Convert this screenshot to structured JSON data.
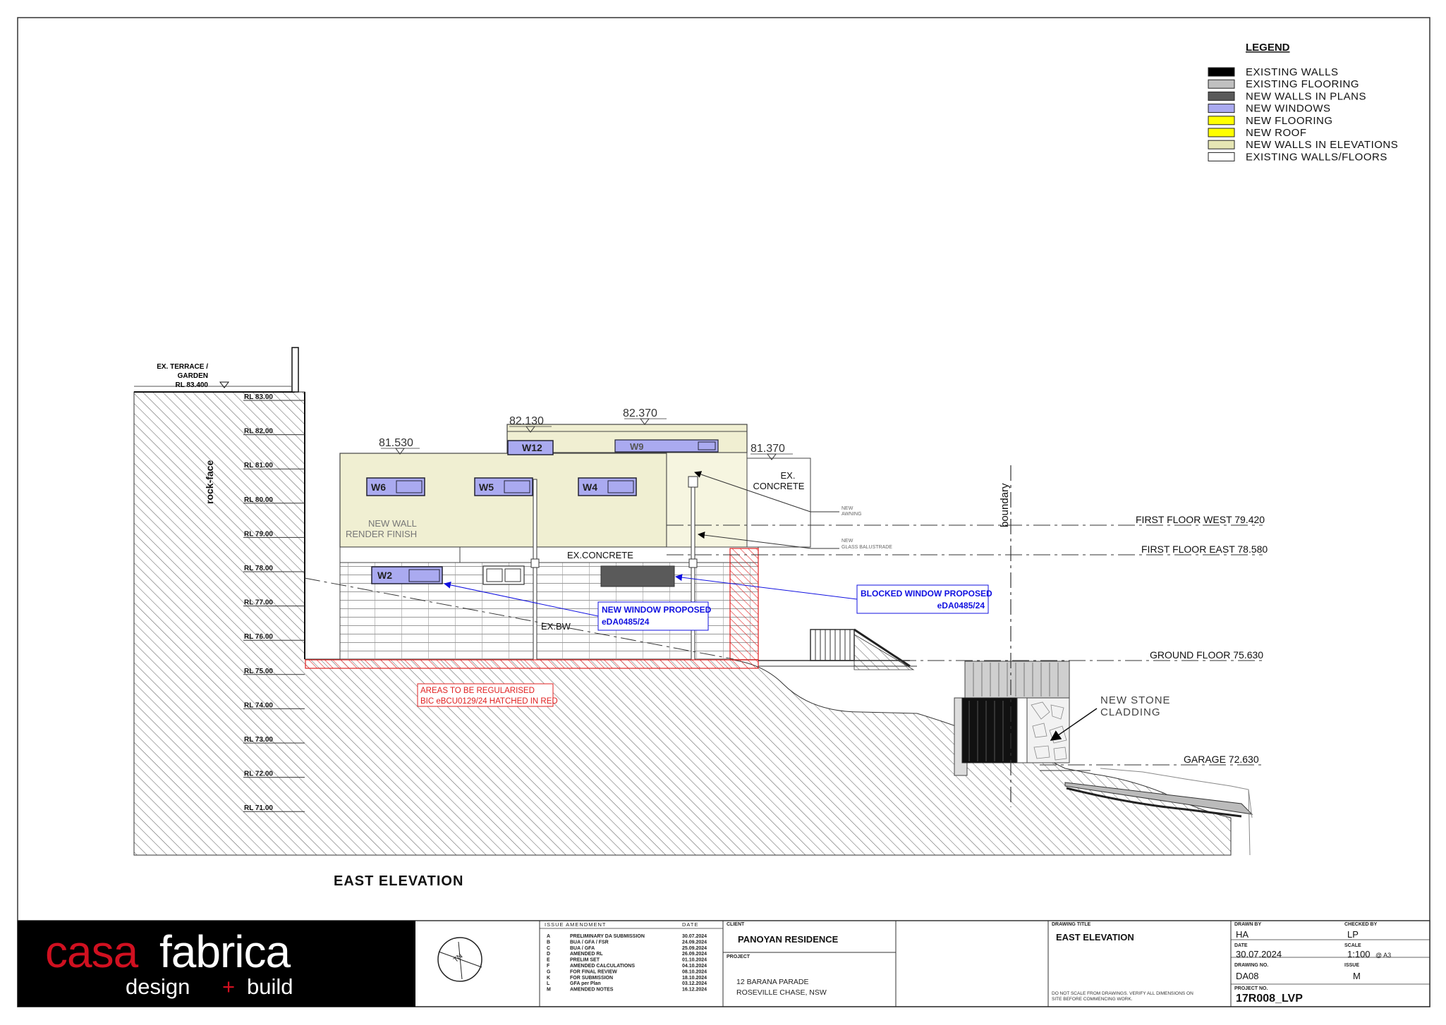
{
  "legend": {
    "title": "LEGEND",
    "items": [
      {
        "label": "EXISTING WALLS",
        "color": "#000000"
      },
      {
        "label": "EXISTING FLOORING",
        "color": "#c0c0c0"
      },
      {
        "label": "NEW WALLS IN PLANS",
        "color": "#5a5a5a"
      },
      {
        "label": "NEW WINDOWS",
        "color": "#aaaaf0"
      },
      {
        "label": "NEW FLOORING",
        "color": "#ffff00"
      },
      {
        "label": "NEW ROOF",
        "color": "#ffff00"
      },
      {
        "label": "NEW WALLS IN ELEVATIONS",
        "color": "#e6e6b4"
      },
      {
        "label": "EXISTING WALLS/FLOORS",
        "color": "#ffffff"
      }
    ]
  },
  "rl_levels": [
    "RL 83.00",
    "RL 82.00",
    "RL 81.00",
    "RL 80.00",
    "RL 79.00",
    "RL 78.00",
    "RL 77.00",
    "RL 76.00",
    "RL 75.00",
    "RL 74.00",
    "RL 73.00",
    "RL 72.00",
    "RL 71.00"
  ],
  "terrace": {
    "line1": "EX. TERRACE /",
    "line2": "GARDEN",
    "line3": "RL 83.400"
  },
  "rock_face": "rock-face",
  "spot_levels": {
    "l1": "81.530",
    "l2": "82.130",
    "l3": "82.370",
    "l4": "81.370"
  },
  "windows": {
    "w2": "W2",
    "w4": "W4",
    "w5": "W5",
    "w6": "W6",
    "w9": "W9",
    "w12": "W12"
  },
  "notes": {
    "new_wall_1": "NEW WALL",
    "new_wall_2": "RENDER FINISH",
    "ex_concrete": "EX.CONCRETE",
    "ex_concrete_2a": "EX.",
    "ex_concrete_2b": "CONCRETE",
    "ex_bw": "EX.BW",
    "new_awning_1": "NEW",
    "new_awning_2": "AWNING",
    "new_glass_1": "NEW",
    "new_glass_2": "GLASS BALUSTRADE",
    "boundary": "boundary",
    "stone_1": "NEW STONE",
    "stone_2": "CLADDING"
  },
  "callouts": {
    "new_window_1": "NEW WINDOW PROPOSED",
    "new_window_2": "eDA0485/24",
    "blocked_1": "BLOCKED WINDOW PROPOSED",
    "blocked_2": "eDA0485/24",
    "regularised_1": "AREAS TO BE REGULARISED",
    "regularised_2": "BIC eBCU0129/24 HATCHED IN RED"
  },
  "floor_levels": {
    "first_west": "FIRST FLOOR WEST 79.420",
    "first_east": "FIRST FLOOR EAST 78.580",
    "ground": "GROUND FLOOR 75.630",
    "garage": "GARAGE 72.630"
  },
  "drawing_name": "EAST ELEVATION",
  "title_block": {
    "brand_casa": "casa",
    "brand_fabrica": "fabrica",
    "tagline_a": "design",
    "tagline_plus": "+",
    "tagline_b": "build",
    "north": "TN",
    "issue_header": "ISSUE AMENDMENT",
    "date_header": "DATE",
    "issues": [
      {
        "code": "A",
        "desc": "PRELIMINARY DA SUBMISSION",
        "date": "30.07.2024"
      },
      {
        "code": "B",
        "desc": "BUA / GFA / FSR",
        "date": "24.09.2024"
      },
      {
        "code": "C",
        "desc": "BUA / GFA",
        "date": "25.09.2024"
      },
      {
        "code": "D",
        "desc": "AMENDED RL",
        "date": "26.09.2024"
      },
      {
        "code": "E",
        "desc": "PRELIM SET",
        "date": "01.10.2024"
      },
      {
        "code": "F",
        "desc": "AMENDED CALCULATIONS",
        "date": "04.10.2024"
      },
      {
        "code": "G",
        "desc": "FOR FINAL REVIEW",
        "date": "08.10.2024"
      },
      {
        "code": "K",
        "desc": "FOR SUBMISSION",
        "date": "18.10.2024"
      },
      {
        "code": "L",
        "desc": "GFA per Plan",
        "date": "03.12.2024"
      },
      {
        "code": "M",
        "desc": "AMENDED NOTES",
        "date": "16.12.2024"
      }
    ],
    "client_label": "CLIENT",
    "client": "PANOYAN RESIDENCE",
    "project_label": "PROJECT",
    "project_line1": "12 BARANA PARADE",
    "project_line2": "ROSEVILLE CHASE, NSW",
    "drawing_title_label": "DRAWING TITLE",
    "drawing_title": "EAST ELEVATION",
    "disclaimer_1": "DO NOT SCALE FROM DRAWINGS.   VERIFY ALL DIMENSIONS ON",
    "disclaimer_2": "SITE BEFORE COMMENCING WORK.",
    "drawn_by_label": "DRAWN BY",
    "drawn_by": "HA",
    "checked_by_label": "CHECKED BY",
    "checked_by": "LP",
    "date_label": "DATE",
    "date": "30.07.2024",
    "scale_label": "SCALE",
    "scale": "1:100",
    "scale_suffix": "@ A3",
    "drawing_no_label": "DRAWING NO.",
    "drawing_no": "DA08",
    "issue_label": "ISSUE",
    "issue": "M",
    "project_no_label": "PROJECT NO.",
    "project_no": "17R008_LVP"
  }
}
